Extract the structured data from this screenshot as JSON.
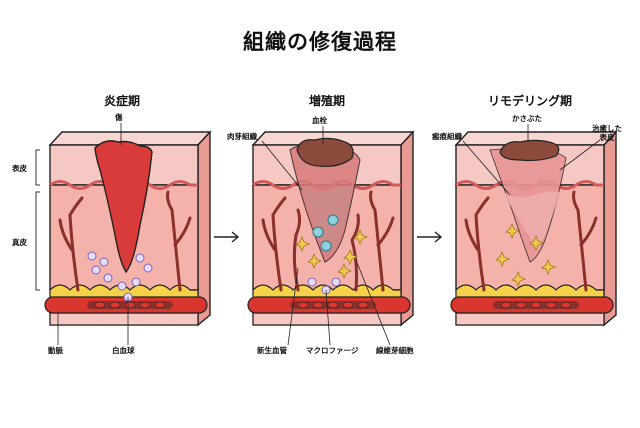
{
  "title": "組織の修復過程",
  "stages": [
    {
      "title": "炎症期"
    },
    {
      "title": "増殖期"
    },
    {
      "title": "リモデリング期"
    }
  ],
  "side_labels": {
    "epidermis": "表皮",
    "dermis": "真皮"
  },
  "labels": {
    "wound": "傷",
    "artery": "動脈",
    "white_blood_cell": "白血球",
    "granulation_tissue": "肉芽組織",
    "blood_clot": "血栓",
    "new_vessel": "新生血管",
    "macrophage": "マクロファージ",
    "fibroblast": "線維芽細胞",
    "scar_tissue": "瘢痕組織",
    "scab": "かさぶた",
    "healed_epidermis_line1": "治癒した",
    "healed_epidermis_line2": "表皮"
  },
  "colors": {
    "epidermis": "#f6c8c4",
    "epidermis_top": "#f8d6d2",
    "dermis": "#f4b2ab",
    "junction": "#d45a5a",
    "fat": "#f6d24a",
    "artery": "#d8362f",
    "wound": "#d93a3a",
    "clot": "#8b4a3c",
    "vessel": "#8a2f2a",
    "wbc": "#b9a6e6",
    "macrophage": "#8fd0dc",
    "fibroblast": "#f3c94f"
  }
}
